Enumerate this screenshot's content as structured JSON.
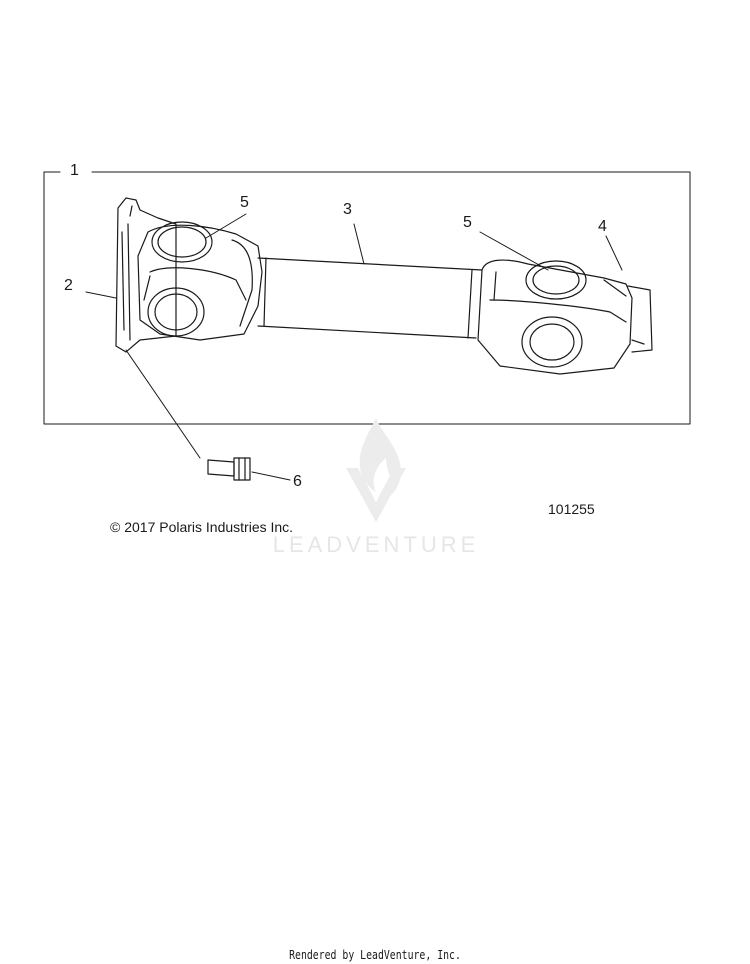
{
  "diagram": {
    "callouts": {
      "c1": "1",
      "c2": "2",
      "c3": "3",
      "c4": "4",
      "c5a": "5",
      "c5b": "5",
      "c6": "6"
    },
    "document_id": "101255",
    "copyright": "© 2017 Polaris Industries Inc.",
    "watermark": "LEADVENTURE",
    "footer": "Rendered by LeadVenture, Inc."
  }
}
